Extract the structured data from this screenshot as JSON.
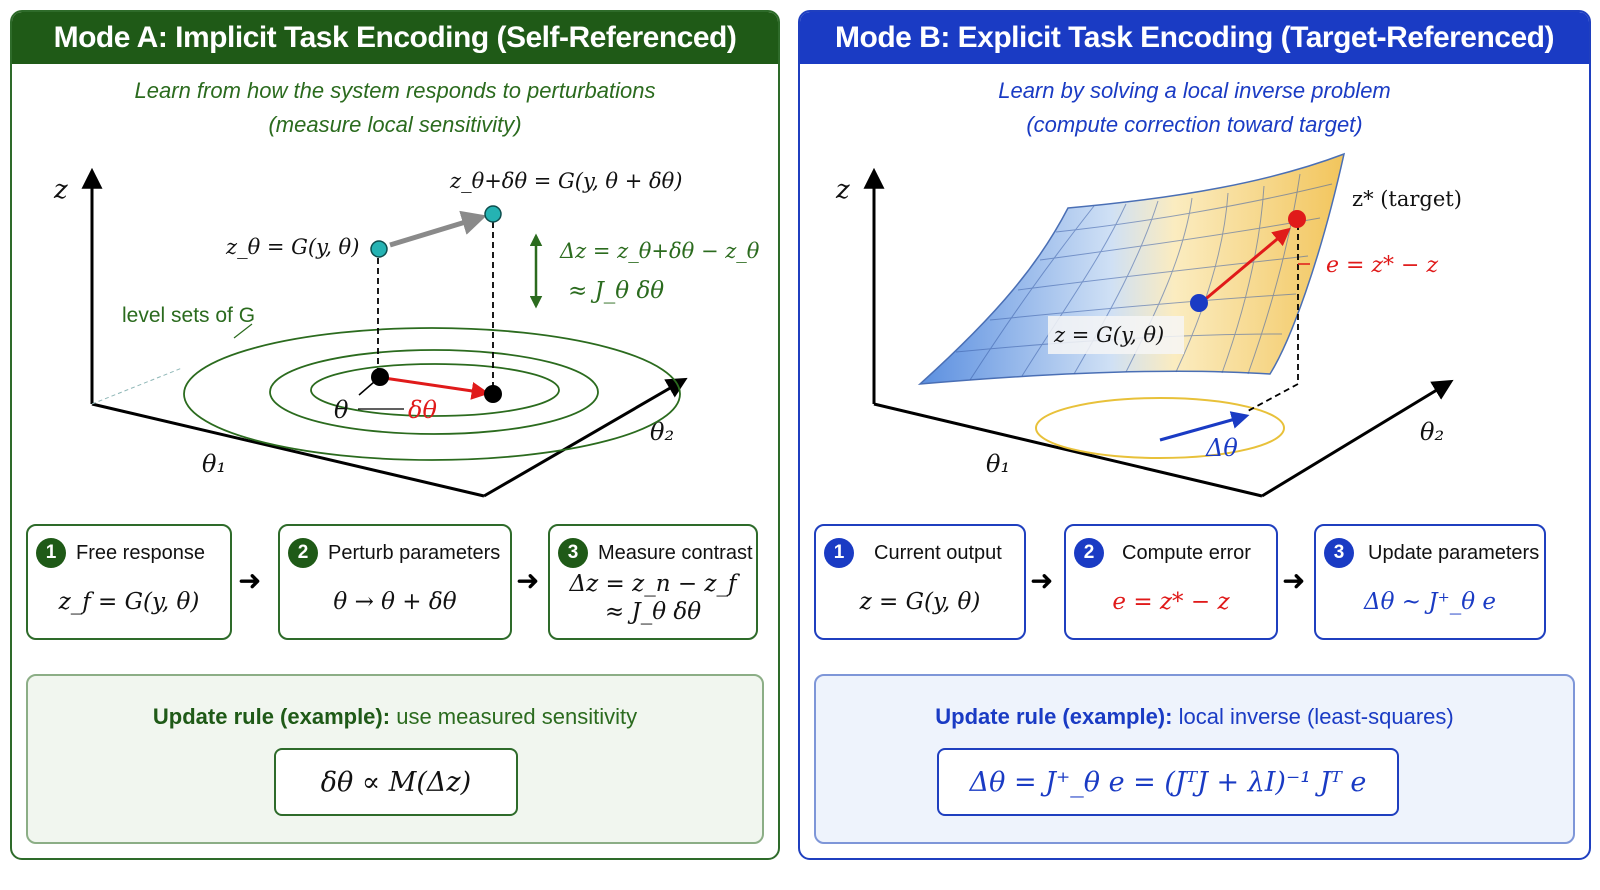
{
  "panel_a": {
    "title": "Mode A: Implicit Task Encoding (Self-Referenced)",
    "subtitle_line1": "Learn from how the system responds to perturbations",
    "subtitle_line2": "(measure local sensitivity)",
    "diagram": {
      "axis_z": "z",
      "axis_theta1": "θ₁",
      "axis_theta2": "θ₂",
      "point_z_theta": "z_θ = G(y, θ)",
      "point_z_perturbed": "z_θ+δθ = G(y, θ + δθ)",
      "delta_z_line1": "Δz = z_θ+δθ − z_θ",
      "delta_z_line2": "≈ J_θ δθ",
      "level_sets_label": "level sets of G",
      "theta_label": "θ",
      "delta_theta_label": "δθ"
    },
    "steps": [
      {
        "number": "1",
        "title": "Free response",
        "formula_line1": "z_f = G(y, θ)",
        "formula_line2": ""
      },
      {
        "number": "2",
        "title": "Perturb parameters",
        "formula_line1": "θ → θ + δθ",
        "formula_line2": ""
      },
      {
        "number": "3",
        "title": "Measure contrast",
        "formula_line1": "Δz = z_n − z_f",
        "formula_line2": "≈ J_θ δθ"
      }
    ],
    "rule_label": "Update rule (example):",
    "rule_desc": "use measured sensitivity",
    "rule_formula": "δθ ∝ M(Δz)"
  },
  "panel_b": {
    "title": "Mode B: Explicit Task Encoding (Target-Referenced)",
    "subtitle_line1": "Learn by solving a local inverse problem",
    "subtitle_line2": "(compute correction toward target)",
    "diagram": {
      "axis_z": "z",
      "axis_theta1": "θ₁",
      "axis_theta2": "θ₂",
      "target_label": "z* (target)",
      "error_label": "e = z* − z",
      "surface_label": "z = G(y, θ)",
      "delta_theta_label": "Δθ"
    },
    "steps": [
      {
        "number": "1",
        "title": "Current output",
        "formula_line1": "z = G(y, θ)"
      },
      {
        "number": "2",
        "title": "Compute error",
        "formula_line1": "e = z* − z"
      },
      {
        "number": "3",
        "title": "Update parameters",
        "formula_line1": "Δθ ~ J⁺_θ e"
      }
    ],
    "rule_label": "Update rule (example):",
    "rule_desc": "local inverse (least-squares)",
    "rule_formula": "Δθ = J⁺_θ e = (JᵀJ + λI)⁻¹ Jᵀ e"
  },
  "colors": {
    "green_dark": "#1f5a17",
    "blue_dark": "#1a3bc4",
    "red": "#e01a1a",
    "teal": "#25b3b3"
  }
}
